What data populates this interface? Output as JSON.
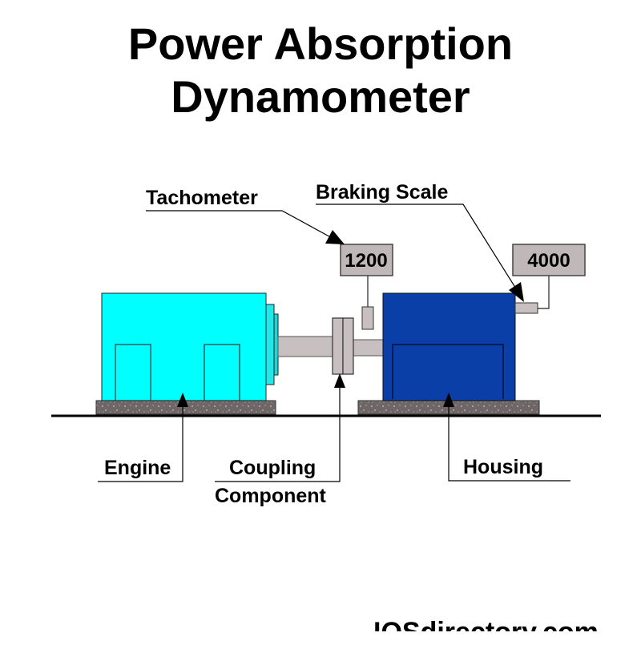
{
  "title": {
    "line1": "Power Absorption",
    "line2": "Dynamometer"
  },
  "labels": {
    "tachometer": "Tachometer",
    "braking_scale": "Braking Scale",
    "engine": "Engine",
    "coupling_line1": "Coupling",
    "coupling_line2": "Component",
    "housing": "Housing"
  },
  "readouts": {
    "tachometer_value": "1200",
    "braking_scale_value": "4000"
  },
  "watermark": "IQSdirectory.com",
  "colors": {
    "engine": "#00FFFF",
    "housing": "#0A3FA8",
    "shaft": "#C8C0C0",
    "readout_box": "#C0B8B8",
    "base": "#7A7272"
  }
}
